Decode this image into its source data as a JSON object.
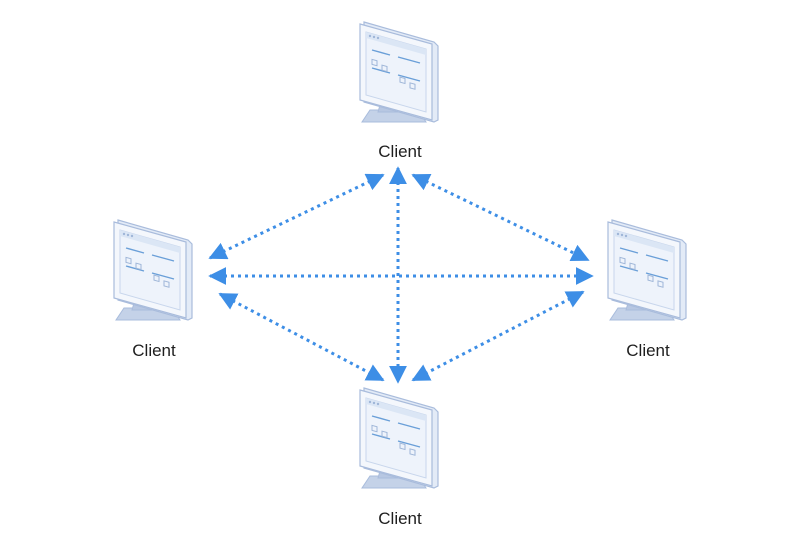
{
  "nodes": [
    {
      "id": "top",
      "label": "Client"
    },
    {
      "id": "left",
      "label": "Client"
    },
    {
      "id": "right",
      "label": "Client"
    },
    {
      "id": "bottom",
      "label": "Client"
    }
  ],
  "edges": [
    {
      "from": "left",
      "to": "top",
      "direction": "both"
    },
    {
      "from": "top",
      "to": "right",
      "direction": "both"
    },
    {
      "from": "top",
      "to": "bottom",
      "direction": "both"
    },
    {
      "from": "left",
      "to": "right",
      "direction": "both"
    },
    {
      "from": "left",
      "to": "bottom",
      "direction": "both"
    },
    {
      "from": "right",
      "to": "bottom",
      "direction": "both"
    }
  ],
  "colors": {
    "arrow": "#3d8ee6",
    "monitor_frame": "#dce6f5",
    "monitor_outline": "#a9bcdc",
    "screen": "#eef3fb",
    "screen_lines": "#6a9fd8",
    "stand": "#b7c7e2",
    "label_text": "#1e1e1e"
  }
}
